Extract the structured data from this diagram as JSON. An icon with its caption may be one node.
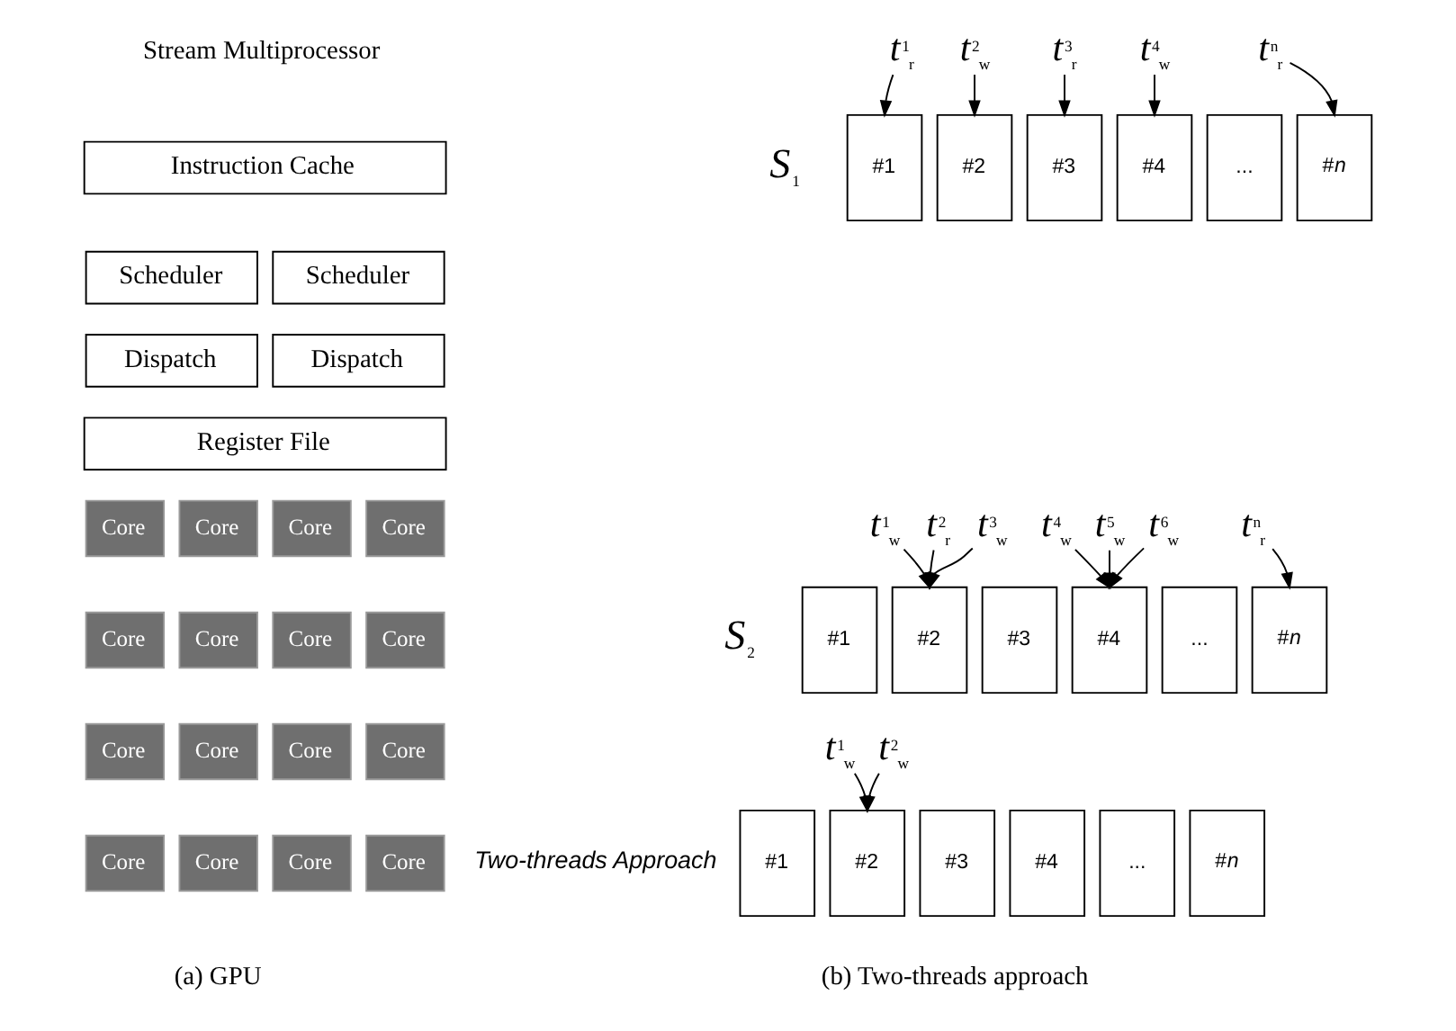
{
  "diagram": {
    "nodes": [
      {
        "text": [
          "Instruction Cache"
        ]
      },
      {
        "text": [
          "Scheduler"
        ]
      },
      {
        "text": [
          "Scheduler"
        ]
      },
      {
        "text": [
          "Dispatch"
        ]
      },
      {
        "text": [
          "Dispatch"
        ]
      },
      {
        "text": [
          "Register File"
        ]
      },
      {
        "text": [
          "Core"
        ]
      },
      {
        "text": [
          "Core"
        ]
      },
      {
        "text": [
          "Core"
        ]
      },
      {
        "text": [
          "Core"
        ]
      },
      {
        "text": [
          "Core"
        ]
      },
      {
        "text": [
          "Core"
        ]
      },
      {
        "text": [
          "Core"
        ]
      },
      {
        "text": [
          "Core"
        ]
      },
      {
        "text": [
          "Core"
        ]
      },
      {
        "text": [
          "Core"
        ]
      },
      {
        "text": [
          "Core"
        ]
      },
      {
        "text": [
          "Core"
        ]
      },
      {
        "text": [
          "Core"
        ]
      },
      {
        "text": [
          "Core"
        ]
      },
      {
        "text": [
          "Core"
        ]
      },
      {
        "text": [
          "Core"
        ]
      },
      {
        "text": [
          "*t*$^{1}$$_{r}$"
        ]
      },
      {
        "text": [
          "*t*$^{2}$$_{w}$"
        ]
      },
      {
        "text": [
          "*t*$^{3}$$_{r}$"
        ]
      },
      {
        "text": [
          "*t*$^{4}$$_{w}$"
        ]
      },
      {
        "text": [
          "*t*$^{n}$$_{r}$"
        ]
      },
      {
        "text": [
          "#1"
        ]
      },
      {
        "text": [
          "#2"
        ]
      },
      {
        "text": [
          "#3"
        ]
      },
      {
        "text": [
          "#4"
        ]
      },
      {
        "text": [
          "..."
        ]
      },
      {
        "text": [
          "#*n*"
        ]
      },
      {
        "text": [
          "*t*$^{1}$$_{w}$"
        ]
      },
      {
        "text": [
          "*t*$^{2}$$_{r}$"
        ]
      },
      {
        "text": [
          "*t*$^{3}$$_{w}$"
        ]
      },
      {
        "text": [
          "*t*$^{4}$$_{w}$"
        ]
      },
      {
        "text": [
          "*t*$^{5}$$_{w}$"
        ]
      },
      {
        "text": [
          "*t*$^{6}$$_{w}$"
        ]
      },
      {
        "text": [
          "*t*$^{n}$$_{r}$"
        ]
      },
      {
        "text": [
          "#1"
        ]
      },
      {
        "text": [
          "#2"
        ]
      },
      {
        "text": [
          "#3"
        ]
      },
      {
        "text": [
          "#4"
        ]
      },
      {
        "text": [
          "..."
        ]
      },
      {
        "text": [
          "#*n*"
        ]
      },
      {
        "text": [
          "*t*$^{1}$$_{w}$"
        ]
      },
      {
        "text": [
          "*t*$^{2}$$_{w}$"
        ]
      },
      {
        "text": [
          "#1"
        ]
      },
      {
        "text": [
          "#2"
        ]
      },
      {
        "text": [
          "#3"
        ]
      },
      {
        "text": [
          "#4"
        ]
      },
      {
        "text": [
          "..."
        ]
      },
      {
        "text": [
          "#*n*"
        ]
      }
    ],
    "edges": [
      {
        "from": 22,
        "to": 27,
        "arrow": "to"
      },
      {
        "from": 23,
        "to": 28,
        "arrow": "to"
      },
      {
        "from": 24,
        "to": 29,
        "arrow": "to"
      },
      {
        "from": 25,
        "to": 30,
        "arrow": "to"
      },
      {
        "from": 26,
        "to": 32,
        "arrow": "to"
      },
      {
        "from": 33,
        "to": 41,
        "arrow": "to"
      },
      {
        "from": 34,
        "to": 41,
        "arrow": "to"
      },
      {
        "from": 35,
        "to": 41,
        "arrow": "to"
      },
      {
        "from": 36,
        "to": 43,
        "arrow": "to"
      },
      {
        "from": 37,
        "to": 43,
        "arrow": "to"
      },
      {
        "from": 38,
        "to": 43,
        "arrow": "to"
      },
      {
        "from": 39,
        "to": 45,
        "arrow": "to"
      },
      {
        "from": 46,
        "to": 49,
        "arrow": "to"
      },
      {
        "from": 47,
        "to": 49,
        "arrow": "to"
      }
    ],
    "labels": [
      "Stream Multiprocessor",
      "*S*$_{1}$",
      "*S*$_{2}$",
      "*Two-threads Approach*",
      "(a) GPU",
      "(b) Two-threads approach"
    ]
  }
}
